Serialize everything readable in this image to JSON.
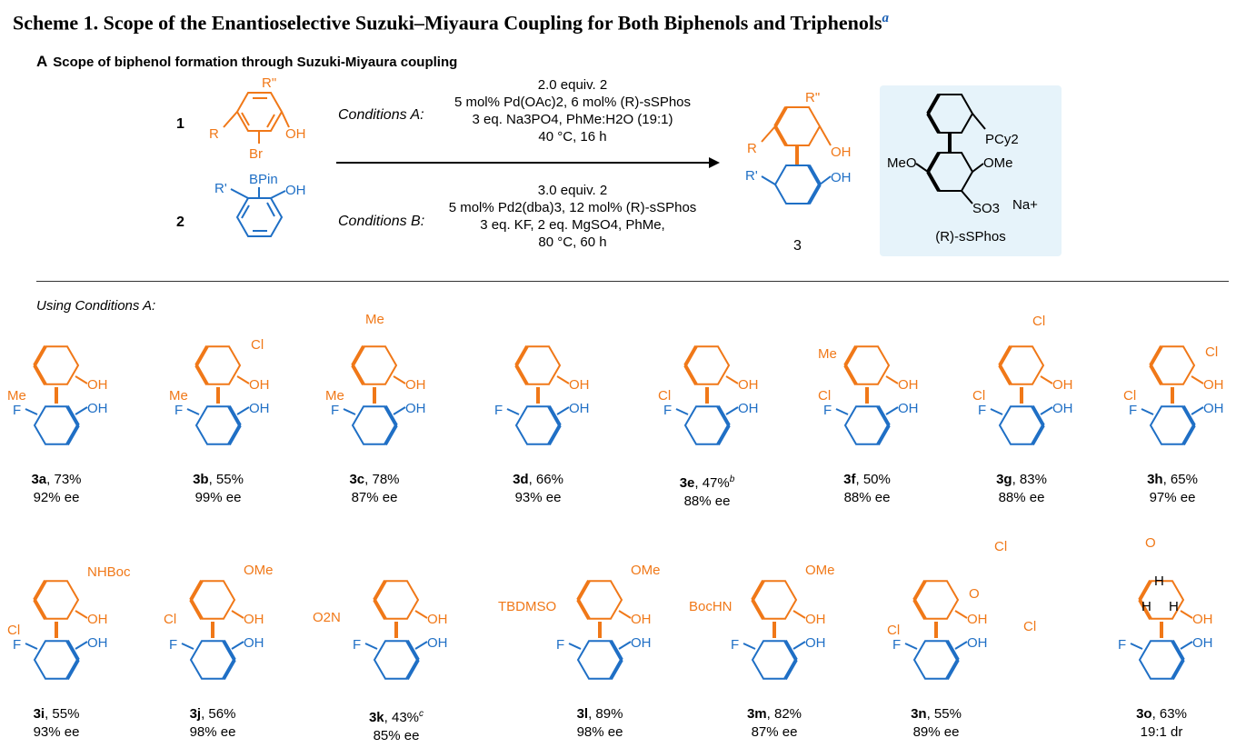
{
  "header": {
    "title": "Scheme 1. Scope of the Enantioselective Suzuki–Miyaura Coupling for Both Biphenols and Triphenols",
    "title_sup": "a",
    "section_letter": "A",
    "section_title": "Scope of biphenol formation through Suzuki-Miyaura coupling"
  },
  "scheme": {
    "reactant1_number": "1",
    "reactant2_number": "2",
    "product_number": "3",
    "reactant1_labels": [
      "R\"",
      "R",
      "OH",
      "Br"
    ],
    "reactant2_labels": [
      "BPin",
      "R'",
      "OH"
    ],
    "product_labels": [
      "R\"",
      "R",
      "OH",
      "R'",
      "OH"
    ],
    "conditions_a_label": "Conditions A:",
    "conditions_a_lines": [
      "2.0 equiv. 2",
      "5 mol% Pd(OAc)2, 6 mol% (R)-sSPhos",
      "3 eq. Na3PO4, PhMe:H2O (19:1)",
      "40 °C, 16 h"
    ],
    "conditions_b_label": "Conditions B:",
    "conditions_b_lines": [
      "3.0 equiv. 2",
      "5 mol% Pd2(dba)3, 12 mol% (R)-sSPhos",
      "3 eq. KF, 2 eq. MgSO4, PhMe,",
      "80 °C, 60 h"
    ],
    "ligand_labels": [
      "PCy2",
      "MeO",
      "OMe",
      "SO3",
      "Na+"
    ],
    "ligand_name": "(R)-sSPhos"
  },
  "using_label": "Using Conditions A:",
  "common_labels": {
    "oh": "OH",
    "f": "F"
  },
  "compounds": [
    {
      "id": "3a",
      "yield": "73%",
      "note": "",
      "ee": "92% ee",
      "subs": {
        "me": "Me"
      }
    },
    {
      "id": "3b",
      "yield": "55%",
      "note": "",
      "ee": "99% ee",
      "subs": {
        "me": "Me",
        "cl": "Cl"
      }
    },
    {
      "id": "3c",
      "yield": "78%",
      "note": "",
      "ee": "87% ee",
      "subs": {
        "me": "Me",
        "me2": "Me"
      }
    },
    {
      "id": "3d",
      "yield": "66%",
      "note": "",
      "ee": "93% ee",
      "subs": {}
    },
    {
      "id": "3e",
      "yield": "47%",
      "note": "b",
      "ee": "88% ee",
      "subs": {
        "cl": "Cl"
      }
    },
    {
      "id": "3f",
      "yield": "50%",
      "note": "",
      "ee": "88% ee",
      "subs": {
        "me": "Me",
        "cl": "Cl"
      }
    },
    {
      "id": "3g",
      "yield": "83%",
      "note": "",
      "ee": "88% ee",
      "subs": {
        "cl": "Cl",
        "cl2": "Cl"
      }
    },
    {
      "id": "3h",
      "yield": "65%",
      "note": "",
      "ee": "97% ee",
      "subs": {
        "cl": "Cl",
        "cl2": "Cl"
      }
    },
    {
      "id": "3i",
      "yield": "55%",
      "note": "",
      "ee": "93% ee",
      "subs": {
        "nh": "NHBoc",
        "cl": "Cl"
      }
    },
    {
      "id": "3j",
      "yield": "56%",
      "note": "",
      "ee": "98% ee",
      "subs": {
        "ome": "OMe",
        "cl": "Cl"
      }
    },
    {
      "id": "3k",
      "yield": "43%",
      "note": "c",
      "ee": "85% ee",
      "subs": {
        "no2": "O2N"
      }
    },
    {
      "id": "3l",
      "yield": "89%",
      "note": "",
      "ee": "98% ee",
      "subs": {
        "ome": "OMe",
        "tbdms": "TBDMSO"
      }
    },
    {
      "id": "3m",
      "yield": "82%",
      "note": "",
      "ee": "87% ee",
      "subs": {
        "ome": "OMe",
        "boc": "BocHN"
      }
    },
    {
      "id": "3n",
      "yield": "55%",
      "note": "",
      "ee": "89% ee",
      "subs": {
        "cl": "Cl",
        "cl2": "Cl",
        "cl3": "Cl",
        "o": "O"
      }
    },
    {
      "id": "3o",
      "yield": "63%",
      "note": "",
      "ee": "19:1 dr",
      "subs": {
        "o": "O",
        "h": "H",
        "h2": "H",
        "h3": "H"
      }
    }
  ]
}
